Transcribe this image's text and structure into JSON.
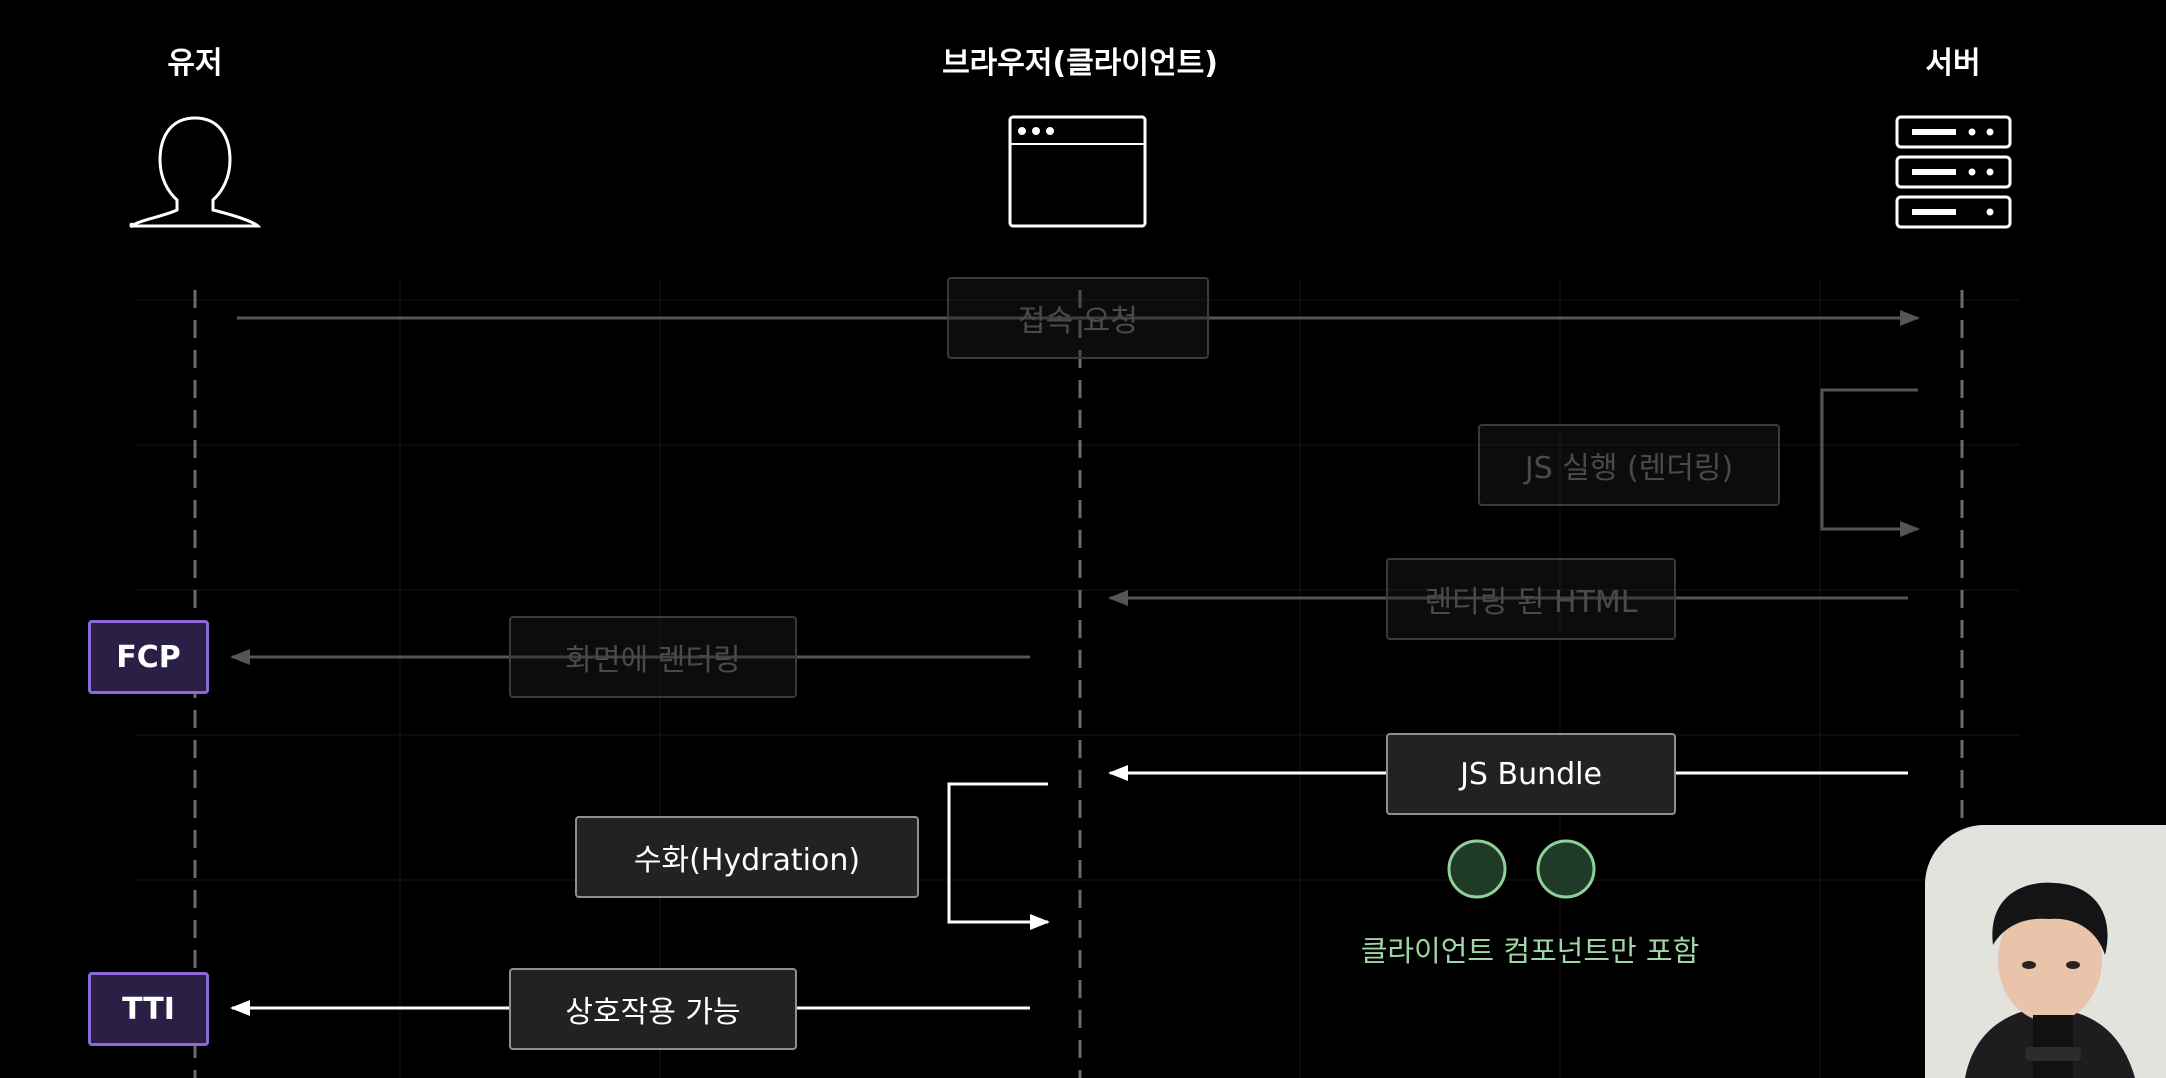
{
  "actors": {
    "user": {
      "label": "유저",
      "icon": "user-icon"
    },
    "browser": {
      "label": "브라우저(클라이언트)",
      "icon": "browser-window-icon"
    },
    "server": {
      "label": "서버",
      "icon": "server-icon"
    }
  },
  "steps": {
    "request": "접속 요청",
    "js_execute": "JS 실행 (렌더링)",
    "rendered_html": "렌더링 된 HTML",
    "paint": "화면에 렌더링",
    "js_bundle": "JS Bundle",
    "hydration": "수화(Hydration)",
    "interactive": "상호작용 가능"
  },
  "markers": {
    "fcp": "FCP",
    "tti": "TTI"
  },
  "bundle_note": "클라이언트 컴포넌트만 포함",
  "colors": {
    "background": "#000000",
    "dim_text": "#4a4a4a",
    "marker_border": "#8e68d8",
    "marker_fill": "#2a1f45",
    "note_green": "#9fd6a5",
    "component_dot": "#1f3a26"
  }
}
